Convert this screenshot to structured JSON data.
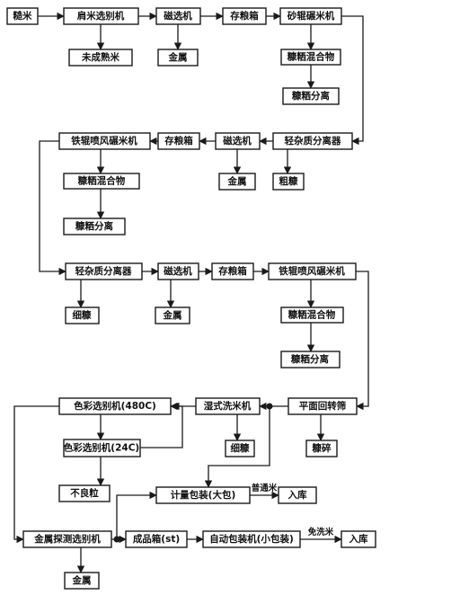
{
  "nodes": {
    "n1": "糙米",
    "n2": "肩米选别机",
    "n3": "未成熟米",
    "n4": "磁选机",
    "n5": "金属",
    "n6": "存粮箱",
    "n7": "砂辊碾米机",
    "n8": "糠粞混合物",
    "n9": "糠粞分离",
    "n10": "轻杂质分离器",
    "n11": "粗糠",
    "n12": "磁选机",
    "n13": "金属",
    "n14": "存粮箱",
    "n15": "铁辊喷风碾米机",
    "n16": "糠粞混合物",
    "n17": "糠粞分离",
    "n18": "轻杂质分离器",
    "n19": "细糠",
    "n20": "磁选机",
    "n21": "金属",
    "n22": "存粮箱",
    "n23": "铁辊喷风碾米机",
    "n24": "糠粞混合物",
    "n25": "糠粞分离",
    "n26": "平面回转筛",
    "n27": "糠碎",
    "n28": "湿式洗米机",
    "n29": "细糠",
    "n30": "色彩选别机(480C)",
    "n31": "色彩选别机(24C)",
    "n32": "不良粒",
    "n33": "计量包装(大包)",
    "n34": "入库",
    "n35": "金属探测选别机",
    "n36": "金属",
    "n37": "成品箱(st)",
    "n38": "自动包装机(小包装)",
    "n39": "入库"
  },
  "edge_labels": {
    "putong": "普通米",
    "mianxi": "免洗米"
  }
}
